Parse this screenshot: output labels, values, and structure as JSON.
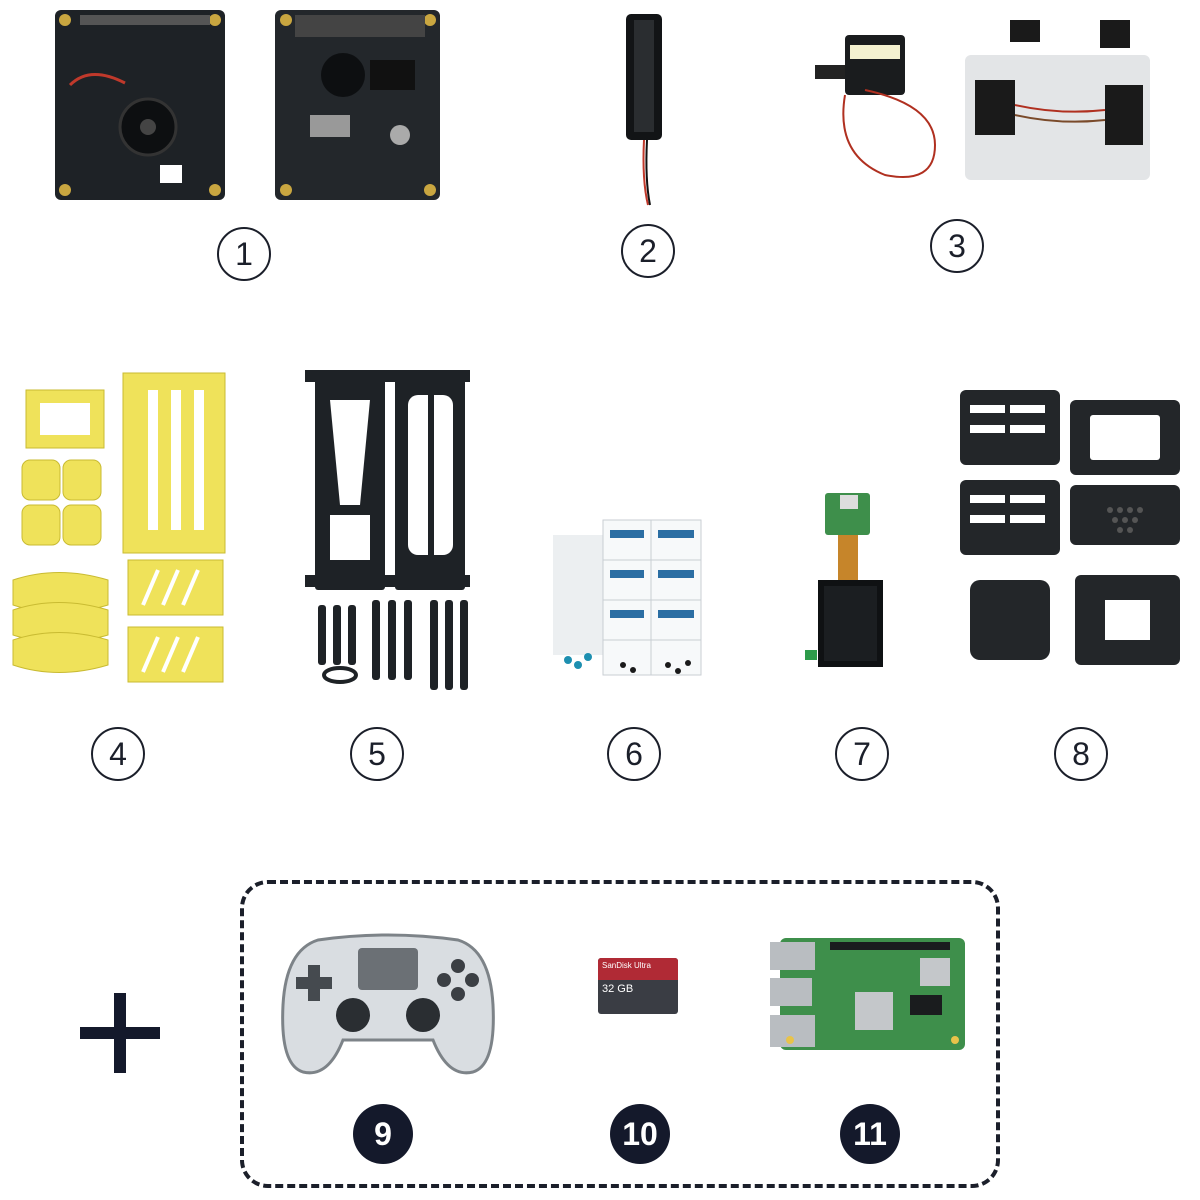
{
  "components": [
    {
      "number": "1",
      "icon": "hat-board-icon"
    },
    {
      "number": "2",
      "icon": "cooling-fan-icon"
    },
    {
      "number": "3",
      "icon": "servo-and-cables-icon"
    },
    {
      "number": "4",
      "icon": "yellow-acrylic-parts-icon"
    },
    {
      "number": "5",
      "icon": "carbon-fiber-frame-icon"
    },
    {
      "number": "6",
      "icon": "screw-bags-icon"
    },
    {
      "number": "7",
      "icon": "lcd-display-icon"
    },
    {
      "number": "8",
      "icon": "black-shell-parts-icon"
    }
  ],
  "required_extras": [
    {
      "number": "9",
      "icon": "gamepad-controller-icon"
    },
    {
      "number": "10",
      "icon": "micro-sd-card-icon",
      "card_text": "SanDisk Ultra",
      "capacity": "32 GB"
    },
    {
      "number": "11",
      "icon": "raspberry-pi-board-icon"
    }
  ],
  "colors": {
    "badge_outline": "#1b1f2a",
    "badge_fill": "#14192b",
    "acrylic_yellow": "#efe25a",
    "pcb_green": "#3e8f4b",
    "pcb_black": "#1e2226"
  }
}
